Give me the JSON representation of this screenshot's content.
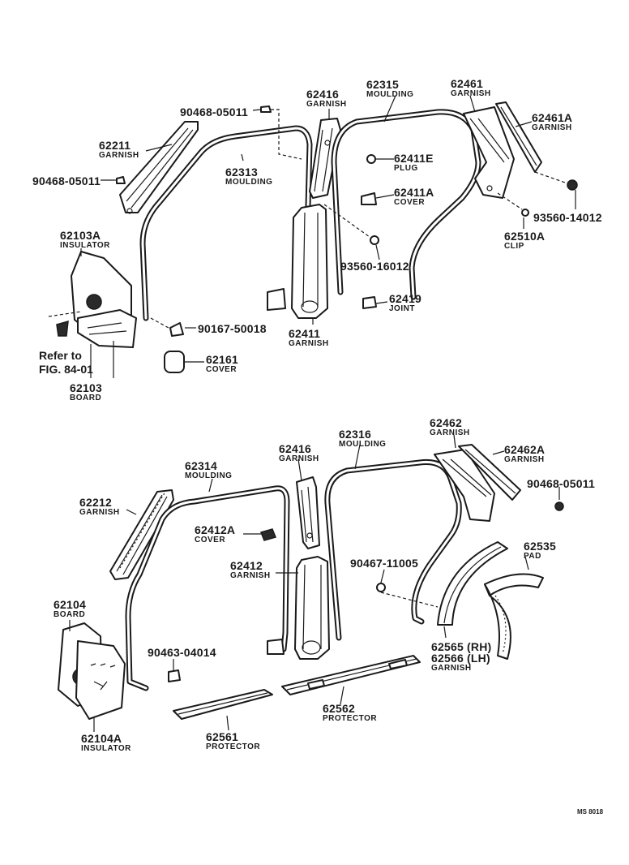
{
  "callouts": [
    {
      "pn": "90468-05011",
      "name": ""
    },
    {
      "pn": "62211",
      "name": "GARNISH"
    },
    {
      "pn": "90468-05011",
      "name": ""
    },
    {
      "pn": "62313",
      "name": "MOULDING"
    },
    {
      "pn": "62416",
      "name": "GARNISH"
    },
    {
      "pn": "62315",
      "name": "MOULDING"
    },
    {
      "pn": "62461",
      "name": "GARNISH"
    },
    {
      "pn": "62461A",
      "name": "GARNISH"
    },
    {
      "pn": "62411E",
      "name": "PLUG"
    },
    {
      "pn": "62411A",
      "name": "COVER"
    },
    {
      "pn": "93560-14012",
      "name": ""
    },
    {
      "pn": "62510A",
      "name": "CLIP"
    },
    {
      "pn": "62103A",
      "name": "INSULATOR"
    },
    {
      "pn": "93560-16012",
      "name": ""
    },
    {
      "pn": "62419",
      "name": "JOINT"
    },
    {
      "pn": "90167-50018",
      "name": ""
    },
    {
      "pn": "62411",
      "name": "GARNISH"
    },
    {
      "pn": "62161",
      "name": "COVER"
    },
    {
      "pn": "62103",
      "name": "BOARD"
    },
    {
      "pn": "62462",
      "name": "GARNISH"
    },
    {
      "pn": "62416",
      "name": "GARNISH"
    },
    {
      "pn": "62316",
      "name": "MOULDING"
    },
    {
      "pn": "62462A",
      "name": "GARNISH"
    },
    {
      "pn": "62314",
      "name": "MOULDING"
    },
    {
      "pn": "90468-05011",
      "name": ""
    },
    {
      "pn": "62212",
      "name": "GARNISH"
    },
    {
      "pn": "62412A",
      "name": "COVER"
    },
    {
      "pn": "62535",
      "name": "PAD"
    },
    {
      "pn": "62412",
      "name": "GARNISH"
    },
    {
      "pn": "90467-11005",
      "name": ""
    },
    {
      "pn": "62104",
      "name": "BOARD"
    },
    {
      "pn": "90463-04014",
      "name": ""
    },
    {
      "pn": "62565 (RH)",
      "name": ""
    },
    {
      "pn": "62566 (LH)",
      "name": "GARNISH"
    },
    {
      "pn": "62562",
      "name": "PROTECTOR"
    },
    {
      "pn": "62561",
      "name": "PROTECTOR"
    },
    {
      "pn": "62104A",
      "name": "INSULATOR"
    }
  ],
  "reference": {
    "line1": "Refer to",
    "line2": "FIG. 84-01"
  },
  "diagram_code": "MS 8018"
}
